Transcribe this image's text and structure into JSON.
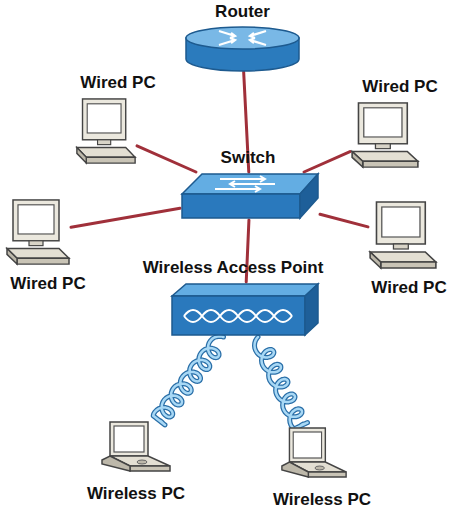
{
  "diagram": {
    "nodes": [
      {
        "text": [
          "Router"
        ]
      },
      {
        "text": [
          "Wired PC"
        ]
      },
      {
        "text": [
          "Wired PC"
        ]
      },
      {
        "text": [
          "Switch"
        ]
      },
      {
        "text": [
          "Wired PC"
        ]
      },
      {
        "text": [
          "Wired PC"
        ]
      },
      {
        "text": [
          "Wireless Access Point"
        ]
      },
      {
        "text": [
          "Wireless PC"
        ]
      },
      {
        "text": [
          "Wireless PC"
        ]
      }
    ],
    "edges": [
      {
        "from": 0,
        "to": 3,
        "arrow": "none"
      },
      {
        "from": 3,
        "to": 1,
        "arrow": "none"
      },
      {
        "from": 3,
        "to": 2,
        "arrow": "none"
      },
      {
        "from": 3,
        "to": 4,
        "arrow": "none"
      },
      {
        "from": 3,
        "to": 5,
        "arrow": "none"
      },
      {
        "from": 3,
        "to": 6,
        "arrow": "none"
      },
      {
        "from": 6,
        "to": 7,
        "arrow": "none"
      },
      {
        "from": 6,
        "to": 8,
        "arrow": "none"
      }
    ]
  }
}
